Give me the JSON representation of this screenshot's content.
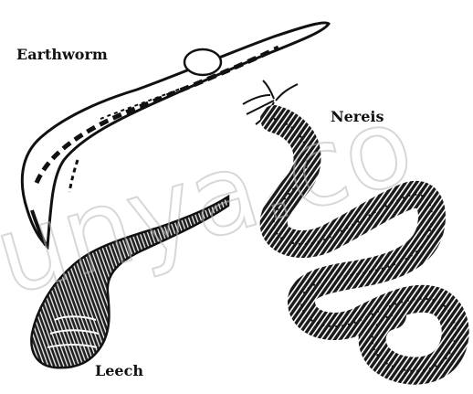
{
  "labels": {
    "earthworm": "Earthworm",
    "nereis": "Nereis",
    "leech": "Leech"
  },
  "watermark": "unya.co",
  "colors": {
    "ink": "#111111",
    "background": "#ffffff",
    "watermark_stroke": "#b8b8b8"
  }
}
